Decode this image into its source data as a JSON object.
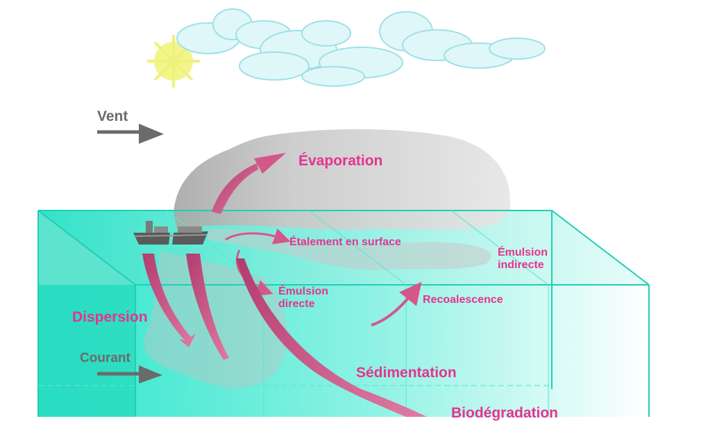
{
  "labels": {
    "wind": "Vent",
    "current": "Courant",
    "evaporation": "Évaporation",
    "spreading": "Étalement en surface",
    "emulsion_indirect_1": "Émulsion",
    "emulsion_indirect_2": "indirecte",
    "emulsion_direct_1": "Émulsion",
    "emulsion_direct_2": "directe",
    "recoalescence": "Recoalescence",
    "dispersion": "Dispersion",
    "sedimentation": "Sédimentation",
    "biodegradation": "Biodégradation"
  },
  "colors": {
    "process_text": "#e6338f",
    "arrow_pink": "#c9507e",
    "water": "#2ce6cc",
    "box_edge": "#1fcfb3",
    "cloud": "#bfeef2",
    "sun": "#f2f58a",
    "grey_text": "#6b6b6b"
  }
}
